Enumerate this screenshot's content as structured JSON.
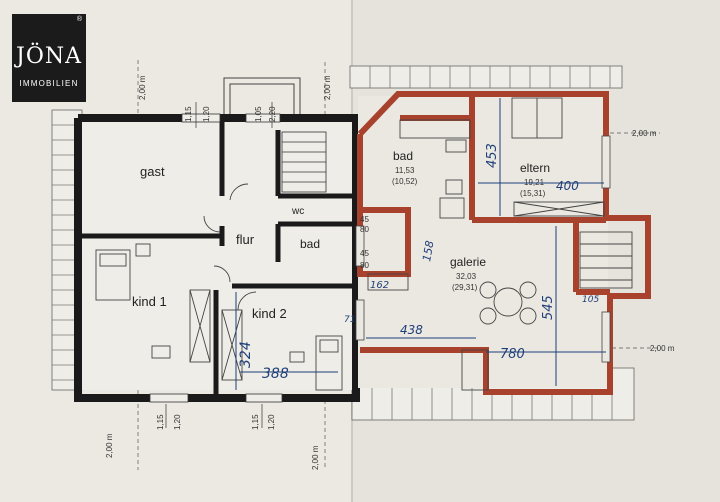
{
  "logo": {
    "brand": "JÖNA",
    "sub": "IMMOBILIEN",
    "reg": "®"
  },
  "rooms": {
    "gast": "gast",
    "flur": "flur",
    "wc": "wc",
    "bad_left": "bad",
    "kind1": "kind 1",
    "kind2": "kind 2",
    "bad_right": "bad",
    "bad_right_area": "11,53",
    "bad_right_area2": "(10,52)",
    "eltern": "eltern",
    "eltern_area": "19,21",
    "eltern_area2": "(15,31)",
    "galerie": "galerie",
    "galerie_area": "32,03",
    "galerie_area2": "(29,31)"
  },
  "dimensions": {
    "left_vertical": "2,00 m",
    "top_vertical": "2,00 m",
    "right_top": "2,00 m",
    "right_bottom": "2,00 m",
    "bottom_left": "2,00 m",
    "bottom_mid": "2,00 m",
    "top_w1_a": "1,15",
    "top_w1_b": "1,20",
    "top_w2_a": "1,05",
    "top_w2_b": "2,20",
    "bot_w1_a": "1,15",
    "bot_w1_b": "1,20",
    "bot_w2_a": "1,15",
    "bot_w2_b": "1,20",
    "door1_a": "45",
    "door1_b": "80",
    "door2_a": "45",
    "door2_b": "80"
  },
  "handwritten": {
    "h453": "453",
    "h400": "400",
    "h158": "158",
    "h162": "162",
    "h545": "545",
    "h438": "438",
    "h780": "780",
    "h105": "105",
    "h324": "324",
    "h388": "388",
    "h71": "71"
  }
}
